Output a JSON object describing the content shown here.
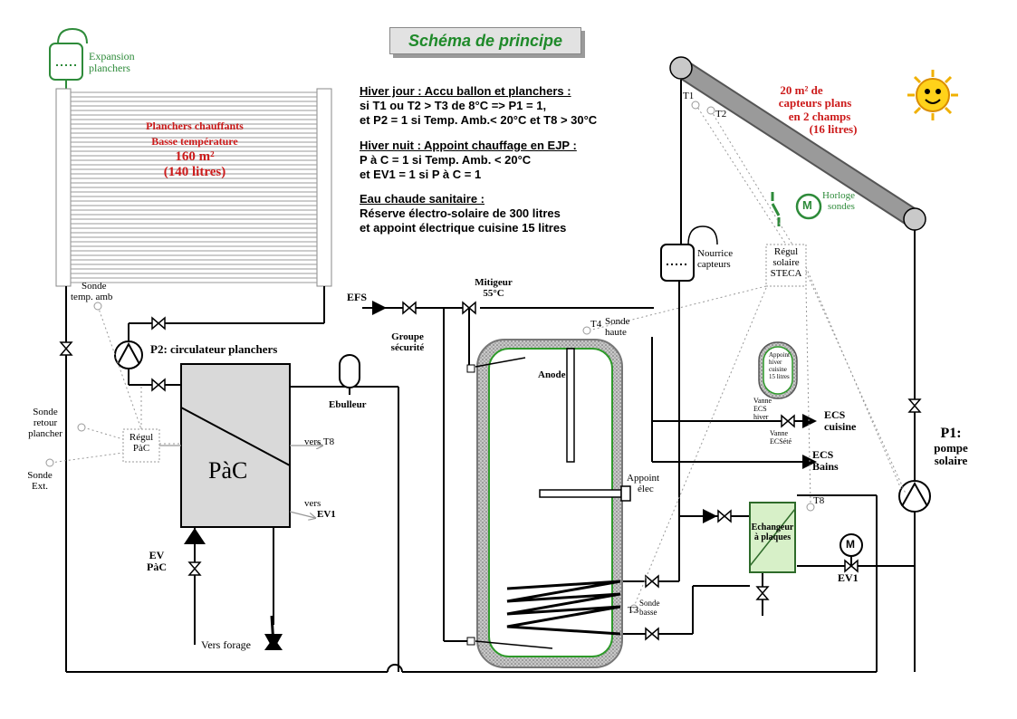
{
  "title": "Schéma de principe",
  "info": {
    "hiver_jour_title": "Hiver jour : Accu ballon et planchers :",
    "hiver_jour_line1": "si T1 ou T2 > T3 de 8°C => P1 = 1,",
    "hiver_jour_line2": "et P2 = 1 si Temp. Amb.< 20°C et T8 > 30°C",
    "hiver_nuit_title": "Hiver nuit : Appoint chauffage en EJP :",
    "hiver_nuit_line1": "P à C = 1 si Temp. Amb. < 20°C",
    "hiver_nuit_line2": "et EV1 = 1 si P à C = 1",
    "ecs_title": "Eau chaude sanitaire :",
    "ecs_line1": "Réserve électro-solaire de 300 litres",
    "ecs_line2": "et appoint électrique cuisine 15 litres"
  },
  "labels": {
    "expansion_1": "Expansion",
    "expansion_2": "planchers",
    "planchers_1": "Planchers chauffants",
    "planchers_2": "Basse température",
    "planchers_3": "160 m²",
    "planchers_4": "(140 litres)",
    "capteurs_1": "20 m² de",
    "capteurs_2": "capteurs plans",
    "capteurs_3": "en 2 champs",
    "capteurs_4": "(16 litres)",
    "t1": "T1",
    "t2": "T2",
    "horloge_1": "Horloge",
    "horloge_2": "sondes",
    "m": "M",
    "nourrice_1": "Nourrice",
    "nourrice_2": "capteurs",
    "regul_solaire_1": "Régul",
    "regul_solaire_2": "solaire",
    "regul_solaire_3": "STECA",
    "sonde_temp_amb_1": "Sonde",
    "sonde_temp_amb_2": "temp. amb",
    "efs": "EFS",
    "mitigeur_1": "Mitigeur",
    "mitigeur_2": "55°C",
    "groupe_1": "Groupe",
    "groupe_2": "sécurité",
    "t4": "T4",
    "sonde_haute_1": "Sonde",
    "sonde_haute_2": "haute",
    "p2": "P2: circulateur planchers",
    "ebulleur": "Ebulleur",
    "anode": "Anode",
    "appoint_hiver_1": "Appoint",
    "appoint_hiver_2": "hiver",
    "appoint_hiver_3": "cuisine",
    "appoint_hiver_4": "15 litres",
    "vanne_ecs_hiver_1": "Vanne",
    "vanne_ecs_hiver_2": "ECS",
    "vanne_ecs_hiver_3": "hiver",
    "vanne_ecs_ete_1": "Vanne",
    "vanne_ecs_ete_2": "ECSété",
    "ecs_cuisine_1": "ECS",
    "ecs_cuisine_2": "cuisine",
    "ecs_bains_1": "ECS",
    "ecs_bains_2": "Bains",
    "p1_1": "P1:",
    "p1_2": "pompe",
    "p1_3": "solaire",
    "sonde_retour_1": "Sonde",
    "sonde_retour_2": "retour",
    "sonde_retour_3": "plancher",
    "regul_pac_1": "Régul",
    "regul_pac_2": "PàC",
    "sonde_ext_1": "Sonde",
    "sonde_ext_2": "Ext.",
    "vers_t8": "vers T8",
    "vers_ev1_1": "vers",
    "vers_ev1_2": "EV1",
    "pac": "PàC",
    "ev_pac_1": "EV",
    "ev_pac_2": "PàC",
    "vers_forage": "Vers forage",
    "appoint_elec_1": "Appoint",
    "appoint_elec_2": "élec",
    "t8": "T8",
    "echangeur_1": "Echangeur",
    "echangeur_2": "à plaques",
    "ev1": "EV1",
    "t3": "T3",
    "sonde_basse_1": "Sonde",
    "sonde_basse_2": "basse"
  },
  "colors": {
    "title_green": "#1f8a2a",
    "red_text": "#cc1a1a",
    "green_text": "#2e8b3a",
    "pipe": "#000000",
    "collector": "#8c8c8c",
    "pac_fill": "#d9d9d9",
    "tank_green": "#2e9a2a",
    "exchanger_fill": "#d7f0c8"
  },
  "icons": {
    "sun": "sun-icon",
    "pump": "pump-icon",
    "valve": "valve-icon",
    "motor": "motor-icon"
  }
}
